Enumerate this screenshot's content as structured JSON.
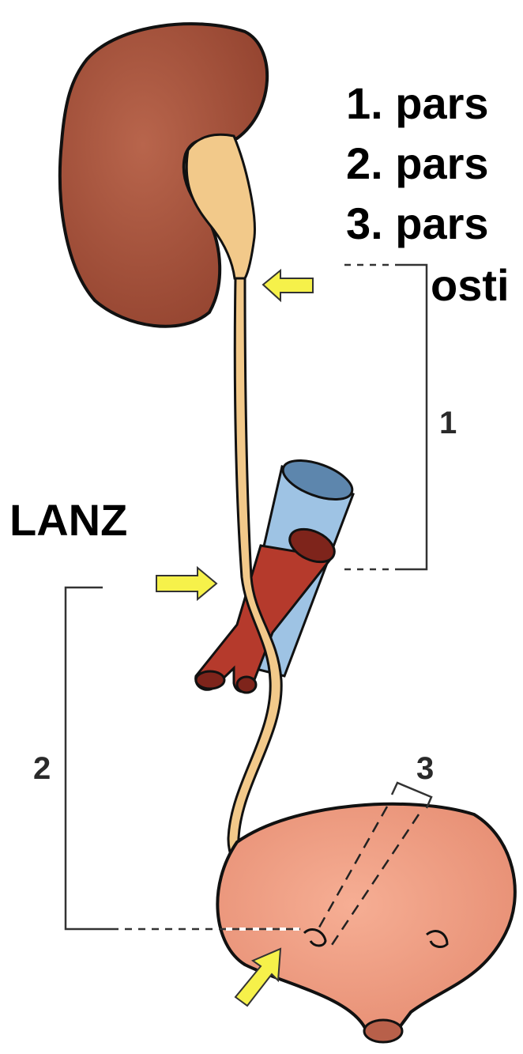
{
  "legend": {
    "items": [
      "1. pars",
      "2. pars",
      "3. pars"
    ],
    "continuation": "osti"
  },
  "side_label": "LANZ",
  "segment_numbers": [
    "1",
    "2",
    "3"
  ],
  "colors": {
    "kidney": "#a4503a",
    "pelvis_ureter": "#f2c98a",
    "bladder": "#ef9a7e",
    "artery": "#b53a2c",
    "vein": "#9ec3e4",
    "arrow": "#f6f14a",
    "outline": "#111111"
  }
}
